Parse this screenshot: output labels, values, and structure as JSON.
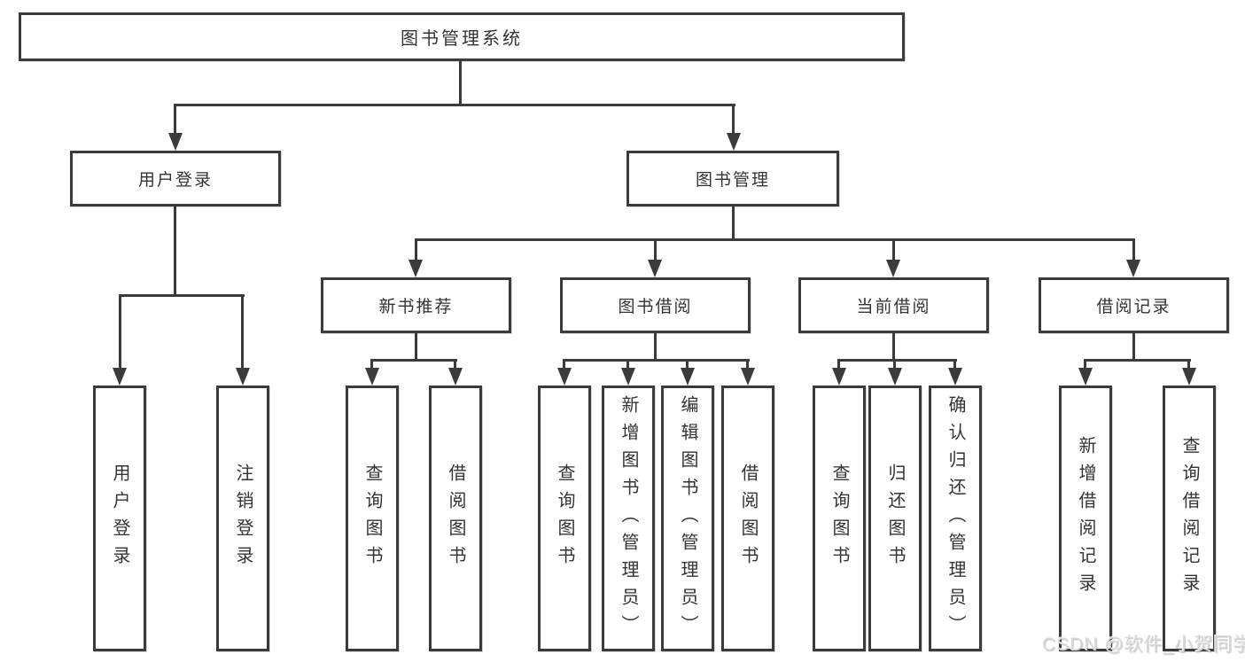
{
  "diagram": {
    "root": {
      "label": "图书管理系统"
    },
    "level2": [
      {
        "label": "用户登录"
      },
      {
        "label": "图书管理"
      }
    ],
    "level3": [
      {
        "label": "新书推荐"
      },
      {
        "label": "图书借阅"
      },
      {
        "label": "当前借阅"
      },
      {
        "label": "借阅记录"
      }
    ],
    "leaves": [
      {
        "label": "用户登录"
      },
      {
        "label": "注销登录"
      },
      {
        "label": "查询图书"
      },
      {
        "label": "借阅图书"
      },
      {
        "label": "查询图书"
      },
      {
        "label": "新增图书（管理员）"
      },
      {
        "label": "编辑图书（管理员）"
      },
      {
        "label": "借阅图书"
      },
      {
        "label": "查询图书"
      },
      {
        "label": "归还图书"
      },
      {
        "label": "确认归还（管理员）"
      },
      {
        "label": "新增借阅记录"
      },
      {
        "label": "查询借阅记录"
      }
    ]
  },
  "watermark": {
    "text": "CSDN @软件_小贺同学"
  },
  "colors": {
    "line": "#3b3b3b",
    "text": "#333333",
    "background": "#ffffff",
    "watermark": "#d8d8d8"
  }
}
